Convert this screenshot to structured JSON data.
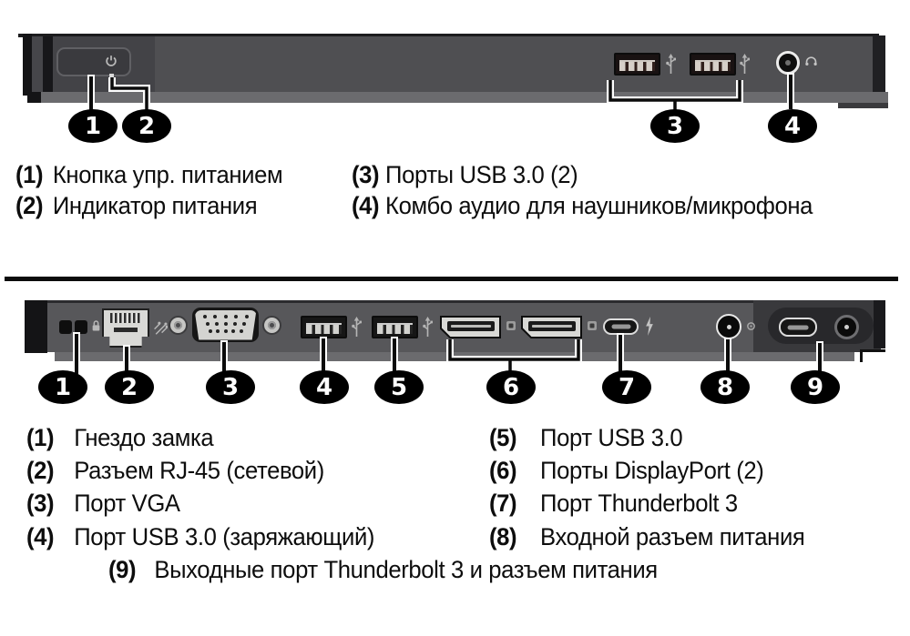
{
  "front_panel": {
    "callouts": [
      "1",
      "2",
      "3",
      "4"
    ],
    "legend": [
      {
        "num": "(1)",
        "text": "Кнопка упр. питанием"
      },
      {
        "num": "(2)",
        "text": "Индикатор питания"
      },
      {
        "num": "(3)",
        "text": "Порты USB 3.0 (2)"
      },
      {
        "num": "(4)",
        "text": "Комбо аудио для наушников/микрофона"
      }
    ]
  },
  "rear_panel": {
    "callouts": [
      "1",
      "2",
      "3",
      "4",
      "5",
      "6",
      "7",
      "8",
      "9"
    ],
    "legend": [
      {
        "num": "(1)",
        "text": "Гнездо замка"
      },
      {
        "num": "(2)",
        "text": "Разъем RJ-45 (сетевой)"
      },
      {
        "num": "(3)",
        "text": "Порт VGA"
      },
      {
        "num": "(4)",
        "text": "Порт USB 3.0 (заряжающий)"
      },
      {
        "num": "(5)",
        "text": "Порт USB 3.0"
      },
      {
        "num": "(6)",
        "text": "Порты DisplayPort (2)"
      },
      {
        "num": "(7)",
        "text": "Порт Thunderbolt 3"
      },
      {
        "num": "(8)",
        "text": "Входной разъем питания"
      },
      {
        "num": "(9)",
        "text": "Выходные порт Thunderbolt 3 и разъем питания"
      }
    ]
  },
  "icons": [
    "power-icon",
    "usb3-ss-icon",
    "headphone-icon",
    "lock-icon",
    "network-icon",
    "displayport-icon",
    "thunderbolt-icon",
    "power-in-icon"
  ],
  "colors": {
    "panel_body": "#4f4f52",
    "panel_dark_block": "#39393c",
    "panel_lip": "#6b6b6e",
    "callout_bg": "#000000",
    "text": "#0d0d0d",
    "background": "#ffffff"
  }
}
